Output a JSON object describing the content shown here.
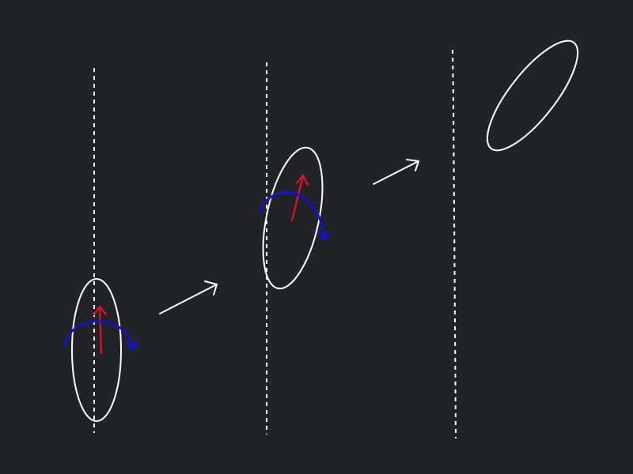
{
  "diagram": {
    "background": "#222327",
    "colors": {
      "outline": "#ffffff",
      "thrust_arrow": "#e0102a",
      "spin_arrow": "#1414c8"
    },
    "stages": [
      {
        "id": "stage-1",
        "shape": "ellipse",
        "has_thrust_arrow": true,
        "has_spin_arrow": true
      },
      {
        "id": "stage-2",
        "shape": "ellipse",
        "has_thrust_arrow": true,
        "has_spin_arrow": true
      },
      {
        "id": "stage-3",
        "shape": "ellipse",
        "has_thrust_arrow": false,
        "has_spin_arrow": false
      }
    ],
    "transition_arrows": 2,
    "icons": [
      "vertical-dashed-axis",
      "ellipse-body",
      "thrust-arrow-icon",
      "spin-arrow-icon",
      "transition-arrow-icon"
    ]
  }
}
